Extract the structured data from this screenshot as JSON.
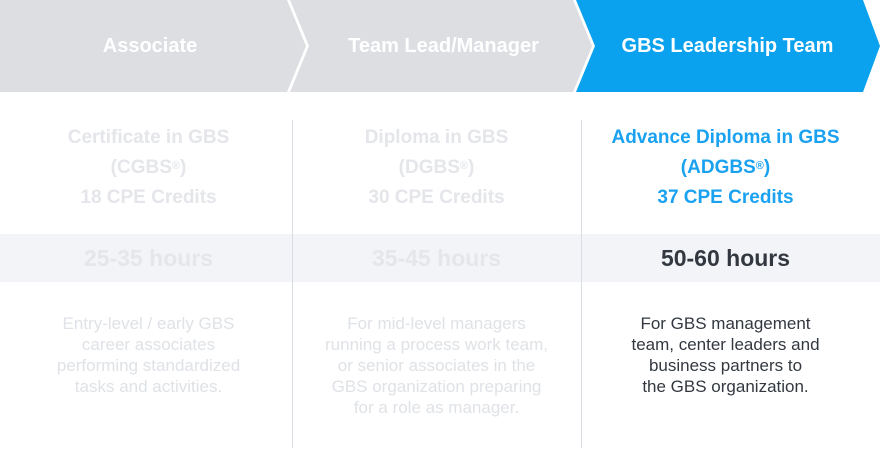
{
  "stepper": {
    "steps": [
      {
        "label": "Associate",
        "active": false
      },
      {
        "label": "Team Lead/Manager",
        "active": false
      },
      {
        "label": "GBS Leadership Team",
        "active": true
      }
    ],
    "colors": {
      "inactive": "#dcdee2",
      "active": "#0aa2ef",
      "text": "#ffffff"
    }
  },
  "columns": [
    {
      "cert_name": "Certificate in GBS",
      "cert_abbr": "(CGBS",
      "cert_abbr_close": ")",
      "credits": "18 CPE Credits",
      "hours": "25-35 hours",
      "description": [
        "Entry-level / early GBS",
        "career associates",
        "performing standardized",
        "tasks and activities."
      ]
    },
    {
      "cert_name": "Diploma in GBS",
      "cert_abbr": "(DGBS",
      "cert_abbr_close": ")",
      "credits": "30 CPE Credits",
      "hours": "35-45 hours",
      "description": [
        "For mid-level managers",
        "running a process work team,",
        "or senior associates in the",
        "GBS organization preparing",
        "for a role as manager."
      ]
    },
    {
      "cert_name": "Advance Diploma in GBS",
      "cert_abbr": "(ADGBS",
      "cert_abbr_close": ")",
      "credits": "37 CPE Credits",
      "hours": "50-60 hours",
      "description": [
        "For GBS management",
        "team, center leaders and",
        "business partners to",
        "the GBS organization."
      ]
    }
  ],
  "registered_mark": "®",
  "colors": {
    "accent": "#1aa2f1",
    "muted_text": "#e4e6ea",
    "dark_text": "#333840",
    "band": "#f2f4f7"
  }
}
